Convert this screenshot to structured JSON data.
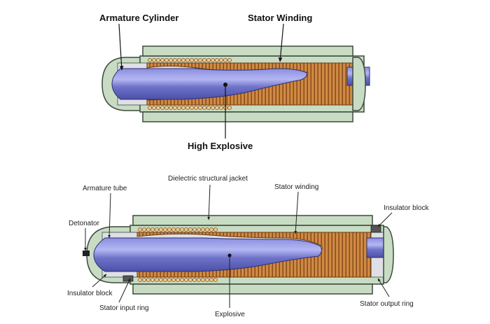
{
  "top_diagram": {
    "labels": {
      "armature": "Armature Cylinder",
      "stator": "Stator Winding",
      "explosive": "High Explosive"
    }
  },
  "bottom_diagram": {
    "labels": {
      "armature_tube": "Armature tube",
      "jacket": "Dielectric structural jacket",
      "stator_winding": "Stator winding",
      "insulator_right": "Insulator block",
      "detonator": "Detonator",
      "insulator_left": "Insulator block",
      "input_ring": "Stator input ring",
      "explosive": "Explosive",
      "output_ring": "Stator output ring"
    }
  },
  "colors": {
    "jacket": "#c8dcc4",
    "jacket_stroke": "#3c4a3c",
    "copper": "#d08a44",
    "copper_line": "#8a4e1a",
    "armature": "#6e72c8",
    "armature_light": "#a8acee",
    "liner": "#dfe0e6",
    "bead": "#f2c98a"
  }
}
